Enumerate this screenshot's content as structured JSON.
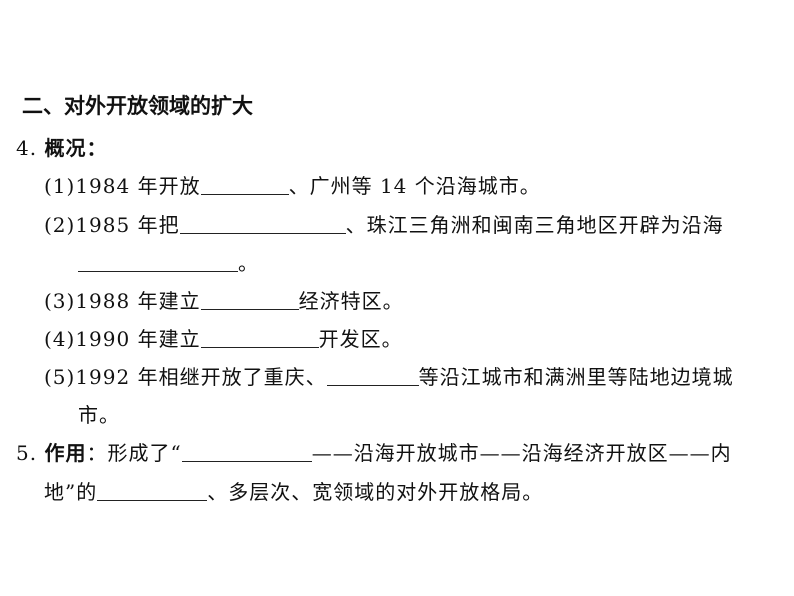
{
  "section_title": "二、对外开放领域的扩大",
  "q4": {
    "number": "4.",
    "label": "概况：",
    "items": [
      {
        "before": "(1)1984 年开放",
        "after": "、广州等 14 个沿海城市。"
      },
      {
        "before": "(2)1985 年把",
        "after": "、珠江三角洲和闽南三角地区开辟为沿海"
      },
      {
        "after": "。"
      },
      {
        "before": "(3)1988 年建立",
        "after": "经济特区。"
      },
      {
        "before": "(4)1990 年建立",
        "after": "开发区。"
      },
      {
        "before": "(5)1992 年相继开放了重庆、",
        "after": "等沿江城市和满洲里等陆地边境城"
      },
      {
        "after": "市。"
      }
    ]
  },
  "q5": {
    "number": "5.",
    "label": "作用",
    "line1_before": "：形成了“",
    "line1_after": "——沿海开放城市——沿海经济开放区——内",
    "line2_before": "地”的",
    "line2_after": "、多层次、宽领域的对外开放格局。"
  }
}
